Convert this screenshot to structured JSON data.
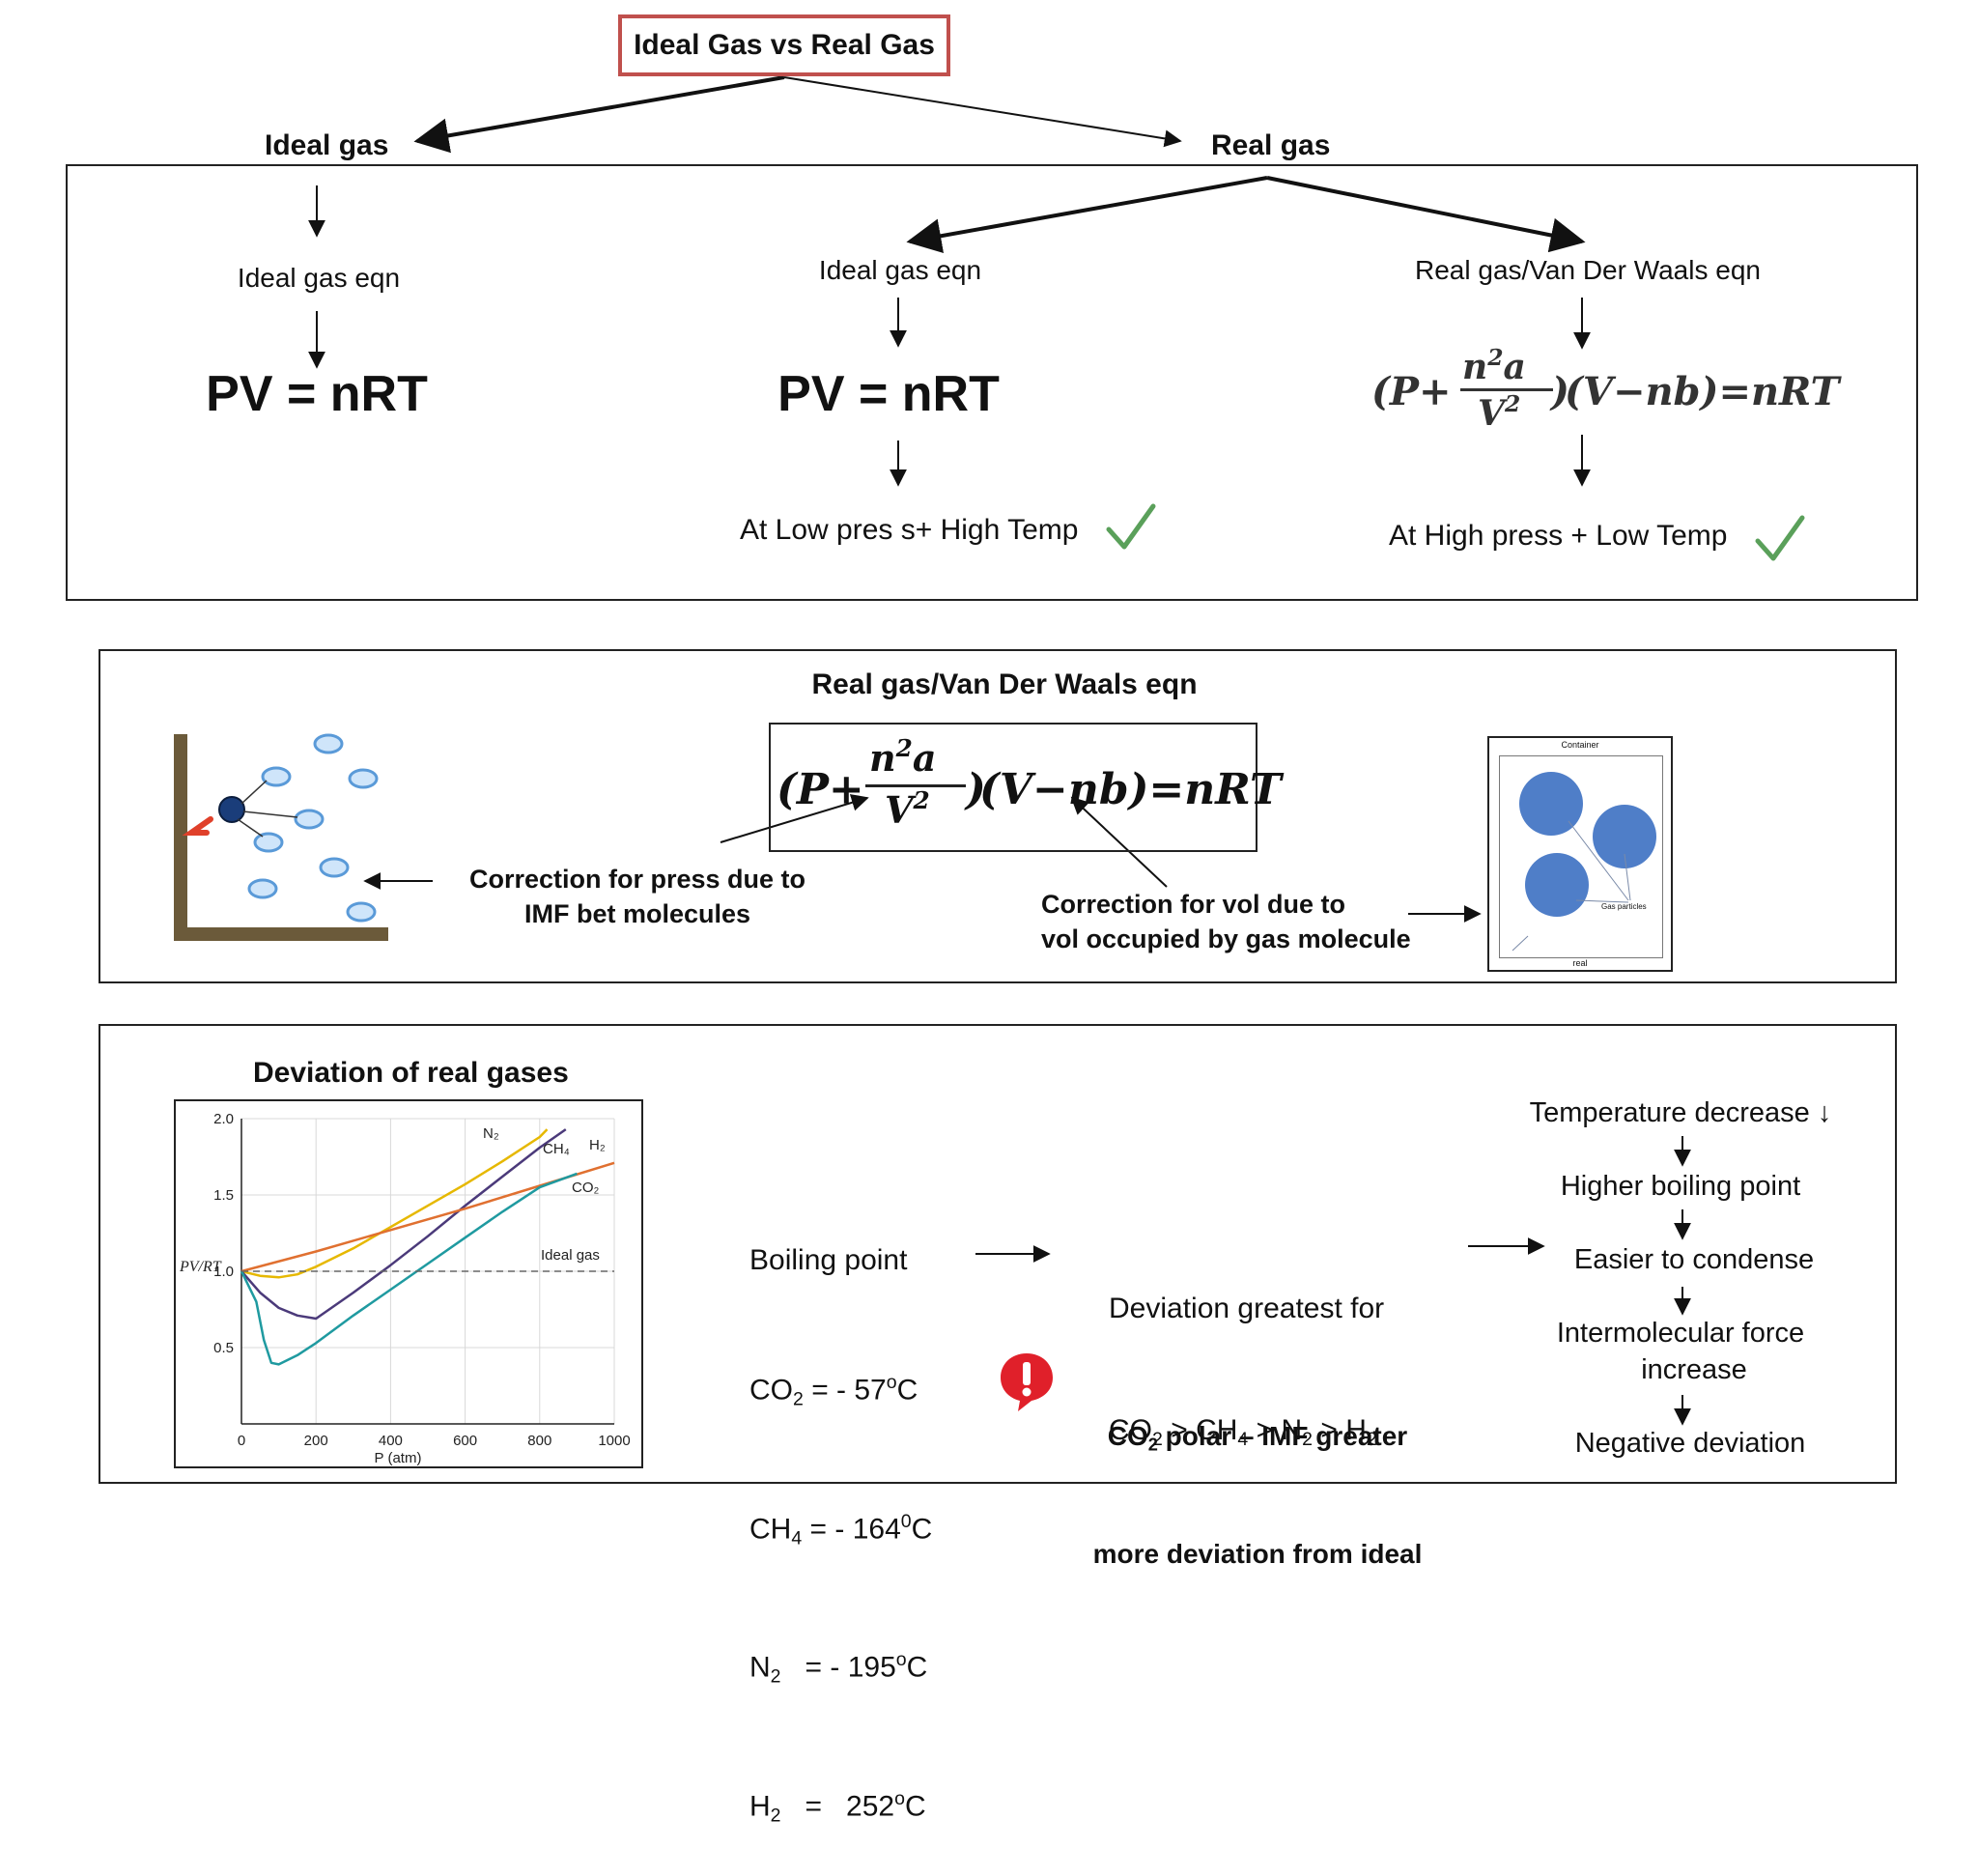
{
  "title": "Ideal Gas vs Real Gas",
  "colors": {
    "title_border": "#c0504d",
    "check": "#5aa05a",
    "bubble": "#4f7ec8",
    "alert": "#e0202a"
  },
  "section1": {
    "ideal_branch": "Ideal gas",
    "real_branch": "Real gas",
    "ideal_col": {
      "label": "Ideal gas eqn",
      "equation": "PV = nRT"
    },
    "real_ideal_col": {
      "label": "Ideal gas eqn",
      "equation": "PV = nRT",
      "condition": "At Low pres s+ High Temp"
    },
    "vdw_col": {
      "label": "Real gas/Van Der Waals eqn",
      "condition": "At High press + Low Temp"
    }
  },
  "vdw_equation": {
    "open": "(P+",
    "num_n": "n",
    "num_exp": "2",
    "num_a": "a",
    "den_v": "V",
    "den_exp": "2",
    "close1": ")",
    "rest": "(V−nb)=nRT"
  },
  "section2": {
    "title": "Real gas/Van Der Waals eqn",
    "press_correction": [
      "Correction for press due to",
      "IMF bet molecules"
    ],
    "vol_correction": [
      "Correction for vol due to",
      "vol occupied by gas molecule"
    ],
    "container_top": "Container",
    "container_particles": "Gas particles",
    "container_bottom": "real"
  },
  "section3": {
    "title": "Deviation of real gases",
    "boiling": {
      "heading": "Boiling point",
      "rows": [
        {
          "gas": "CO",
          "sub": "2",
          "eq": " = - 57",
          "supv": "o",
          "unit": "C"
        },
        {
          "gas": "CH",
          "sub": "4",
          "eq": " = - 164",
          "supv": "0",
          "unit": "C"
        },
        {
          "gas": "N",
          "sub": "2",
          "eq": "   = - 195",
          "supv": "o",
          "unit": "C"
        },
        {
          "gas": "H",
          "sub": "2",
          "eq": "   =   252",
          "supv": "o",
          "unit": "C"
        }
      ]
    },
    "deviation": {
      "line1": "Deviation greatest for",
      "order": [
        {
          "g": "CO",
          "s": "2"
        },
        {
          "g": "CH",
          "s": "4"
        },
        {
          "g": "N",
          "s": "2"
        },
        {
          "g": "H",
          "s": "2"
        }
      ],
      "sep": " > "
    },
    "polar": {
      "a": "CO",
      "sub": "2",
      "b": " polar – IMF greater",
      "line2": "more deviation from ideal"
    },
    "chain": [
      "Temperature decrease ↓",
      "Higher boiling point",
      "Easier to condense",
      "Intermolecular force",
      "increase",
      "Negative deviation"
    ]
  },
  "chart_data": {
    "type": "line",
    "title": "",
    "xlabel": "P (atm)",
    "ylabel": "PV/RT",
    "xlim": [
      0,
      1000
    ],
    "ylim": [
      0,
      2.0
    ],
    "xticks": [
      0,
      200,
      400,
      600,
      800,
      1000
    ],
    "yticks": [
      0.5,
      1.0,
      1.5,
      2.0
    ],
    "grid": true,
    "series": [
      {
        "name": "N₂",
        "color": "#e6b800",
        "x": [
          0,
          50,
          100,
          150,
          200,
          300,
          400,
          500,
          600,
          700,
          800,
          820
        ],
        "y": [
          1.0,
          0.97,
          0.96,
          0.98,
          1.03,
          1.15,
          1.29,
          1.43,
          1.57,
          1.72,
          1.88,
          1.93
        ]
      },
      {
        "name": "CH₄",
        "color": "#4b3a7a",
        "x": [
          0,
          50,
          100,
          150,
          200,
          300,
          400,
          500,
          600,
          700,
          800,
          870
        ],
        "y": [
          1.0,
          0.86,
          0.76,
          0.71,
          0.69,
          0.86,
          1.04,
          1.23,
          1.43,
          1.62,
          1.81,
          1.93
        ]
      },
      {
        "name": "H₂",
        "color": "#e07030",
        "x": [
          0,
          200,
          400,
          600,
          800,
          1000
        ],
        "y": [
          1.0,
          1.13,
          1.27,
          1.41,
          1.56,
          1.71
        ]
      },
      {
        "name": "CO₂",
        "color": "#1f9aa0",
        "x": [
          0,
          40,
          60,
          80,
          100,
          150,
          200,
          300,
          400,
          500,
          600,
          700,
          800,
          900
        ],
        "y": [
          1.0,
          0.8,
          0.55,
          0.4,
          0.39,
          0.45,
          0.53,
          0.71,
          0.88,
          1.05,
          1.22,
          1.39,
          1.55,
          1.64
        ]
      },
      {
        "name": "Ideal gas",
        "color": "#666666",
        "dashed": true,
        "x": [
          0,
          1000
        ],
        "y": [
          1.0,
          1.0
        ]
      }
    ]
  }
}
